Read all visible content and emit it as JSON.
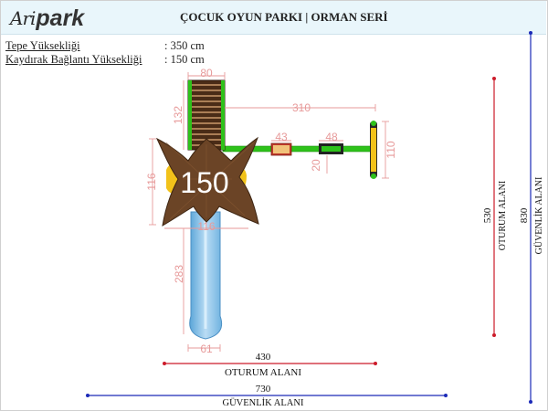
{
  "header": {
    "logo_script": "Ari",
    "logo_word": "park",
    "title": "ÇOCUK OYUN PARKI  |  ORMAN SERİ"
  },
  "specs": [
    {
      "label": "Tepe Yüksekliği",
      "value": ": 350 cm"
    },
    {
      "label": "Kaydırak Bağlantı  Yüksekliği",
      "value": ": 150 cm"
    }
  ],
  "diagram": {
    "tower_height_label": "150",
    "dimensions": {
      "ladder_width": "80",
      "ladder_length": "132",
      "swing_beam": "310",
      "seat_a": "43",
      "seat_b": "48",
      "seat_depth": "20",
      "swing_frame": "110",
      "tower_depth": "116",
      "tower_width": "116",
      "slide_length": "283",
      "slide_width": "61"
    },
    "seating_area": {
      "width": "430",
      "depth": "530",
      "label": "OTURUM ALANI",
      "label_vertical": "OTURUM  ALANI"
    },
    "safety_area": {
      "width": "730",
      "depth": "830",
      "label": "GÜVENLİK ALANI"
    },
    "colors": {
      "seating_line": "#cc1b2a",
      "safety_line": "#1c2bb8",
      "dimension_text": "#e79a9a",
      "beam_green": "#2ec21a",
      "wood": "#6b4426",
      "slide_blue": "#7fbde6"
    }
  }
}
